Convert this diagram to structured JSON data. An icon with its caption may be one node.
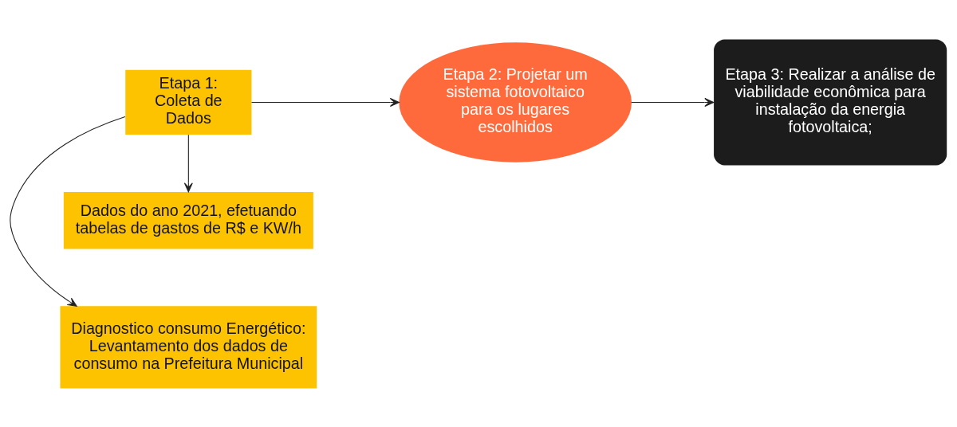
{
  "diagram": {
    "nodes": [
      {
        "text": [
          "Diagnostico consumo Energético: Levantamento dos dados de consumo na Prefeitura Municipal"
        ]
      },
      {
        "text": [
          "Etapa 1: Coleta de Dados"
        ]
      },
      {
        "text": [
          "Dados do ano 2021, efetuando tabelas de gastos de R$ e KW/h"
        ]
      },
      {
        "text": [
          "Etapa 2: Projetar um sistema fotovoltaico para os lugares escolhidos"
        ]
      },
      {
        "text": [
          "Etapa 3: Realizar a análise de viabilidade econômica para instalação da energia fotovoltaica;"
        ]
      }
    ],
    "edges": [
      {
        "from": 1,
        "to": 0,
        "arrow": "to"
      },
      {
        "from": 1,
        "to": 2,
        "arrow": "to"
      },
      {
        "from": 1,
        "to": 3,
        "arrow": "to"
      },
      {
        "from": 3,
        "to": 4,
        "arrow": "to"
      }
    ]
  }
}
